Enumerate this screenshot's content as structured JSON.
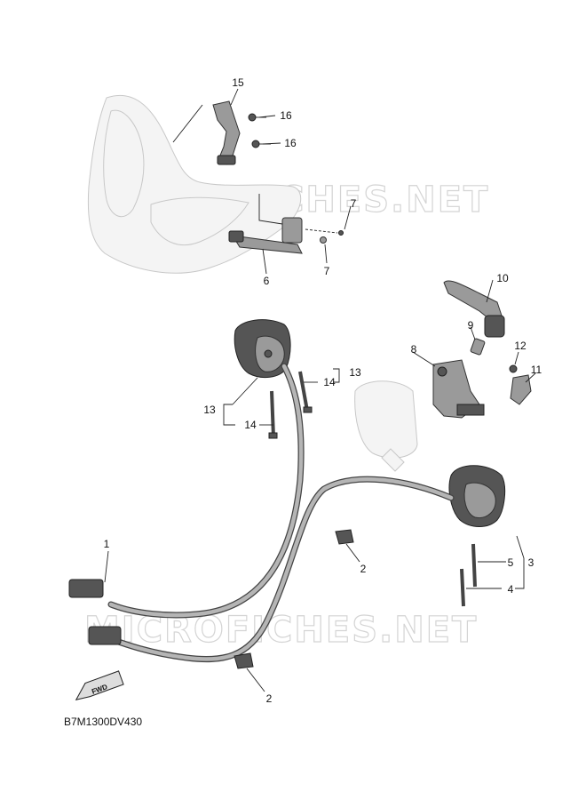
{
  "watermarks": [
    "MICROFICHES.NET",
    "MICROFICHES.NET"
  ],
  "fwd_label": "FWD",
  "diagram_code": "B7M1300DV430",
  "callouts": {
    "c1": "1",
    "c2a": "2",
    "c2b": "2",
    "c3": "3",
    "c4": "4",
    "c5": "5",
    "c6": "6",
    "c7a": "7",
    "c7b": "7",
    "c8": "8",
    "c9": "9",
    "c10": "10",
    "c11": "11",
    "c12": "12",
    "c13a": "13",
    "c13b": "13",
    "c14a": "14",
    "c14b": "14",
    "c15": "15",
    "c16a": "16",
    "c16b": "16"
  }
}
